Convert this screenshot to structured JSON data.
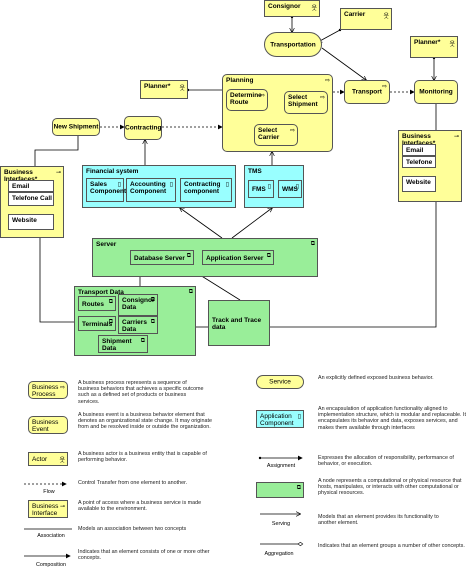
{
  "nodes": {
    "consignor": "Consignor",
    "carrier": "Carrier",
    "transportation": "Transportation",
    "planner_top": "Planner*",
    "planner_left": "Planner*",
    "planning": "Planning",
    "determine_route": "Determine Route",
    "select_shipment": "Select Shipment",
    "select_carrier": "Select Carrier",
    "transport": "Transport",
    "monitoring": "Monitoring",
    "new_shipment": "New Shipment",
    "contracting": "Contracting",
    "bi_left_title": "Business Interfaces*",
    "bi_left_items": [
      "Email",
      "Telefone Call",
      "Website"
    ],
    "bi_right_title": "Business Interfaces*",
    "bi_right_items": [
      "Email",
      "Telefone",
      "Website"
    ],
    "financial_system": "Financial system",
    "sales_component": "Sales Component",
    "accounting_component": "Accounting Component",
    "contracting_component": "Contracting component",
    "tms": "TMS",
    "fms": "FMS",
    "wms": "WMS",
    "server": "Server",
    "database_server": "Database Server",
    "application_server": "Application Server",
    "transport_data": "Transport Data",
    "routes": "Routes",
    "consignor_data": "Consignor Data",
    "terminals": "Terminals",
    "carriers_data": "Carriers Data",
    "shipment_data": "Shipment Data",
    "track_trace": "Track and Trace data"
  },
  "legend": {
    "business_process": "Business Process",
    "business_process_desc": "A business process represents a sequence of business behaviors that achieves a specific outcome such as a defined set of products or business services.",
    "business_event": "Business Event",
    "business_event_desc": "A business event is a business behavior element that denotes an organizational state change. It may originate from and be resolved inside or outside the organization.",
    "actor": "Actor",
    "actor_desc": "A business actor is a business entity that is capable of performing behavior.",
    "flow_desc": "Control Transfer from one element to another.",
    "flow_cap": "Flow",
    "business_interface": "Business Interface",
    "business_interface_desc": "A point of access where a business service is made available to the environment.",
    "association_desc": "Models an association between two concepts",
    "association_cap": "Association",
    "composition_desc": "Indicates that an element consists of one or more other concepts.",
    "composition_cap": "Composition",
    "service": "Service",
    "service_desc": "An explicitly defined exposed business behavior.",
    "application_component": "Application Component",
    "application_component_desc": "An encapsulation of application functionality aligned to implementation structure, which is modular and replaceable. It encapsulates its behavior and data, exposes services, and makes them available through interfaces",
    "assignment_desc": "Expresses the allocation of responsibility, performance of behavior, or execution.",
    "assignment_cap": "Assignment",
    "node_desc": "A node represents a computational or physical resource that hosts, manipulates, or interacts with other computational or physical resources.",
    "serving_desc": "Models that an element provides its functionality to another element.",
    "serving_cap": "Serving",
    "aggregation_desc": "Indicates that an element groups a number of other concepts.",
    "aggregation_cap": "Aggregation"
  }
}
